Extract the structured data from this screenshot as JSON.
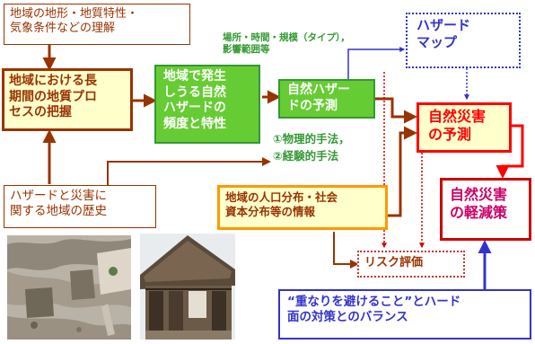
{
  "boxes": {
    "terrain_understanding": "地域の地形・地質特性・\n気象条件などの理解",
    "long_term_geology": "地域における長\n期間の地質プロ\nセスの把握",
    "hazard_frequency": "地域で発生\nしうる自然\nハザードの\n頻度と特性",
    "hazard_prediction": "自然ハザー\nドの予測",
    "hazard_map": "ハザード\nマップ",
    "disaster_prediction": "自然災害\nの予測",
    "disaster_mitigation": "自然災害\nの軽減策",
    "history": "ハザードと災害に\n関する地域の歴史",
    "population_info": "地域の人口分布・社会\n資本分布等の情報",
    "risk_assessment": "リスク評価",
    "balance": "“重なりを避けること”とハード\n面の対策とのバランス"
  },
  "annotations": {
    "prediction_scope": "場所・時間・規模（タイプ），\n影響範囲等",
    "methods": "①物理的手法，\n②経験的手法"
  },
  "photos": [
    {
      "icon": "rock-cliff-photo"
    },
    {
      "icon": "old-house-photo"
    }
  ],
  "colors": {
    "green_fill": "#66cc33",
    "yellow_fill": "#ffffcc",
    "dark_red": "#993300",
    "red": "#ff0000",
    "blue": "#3333cc",
    "orange": "#ff9900",
    "text_green": "#339933"
  }
}
